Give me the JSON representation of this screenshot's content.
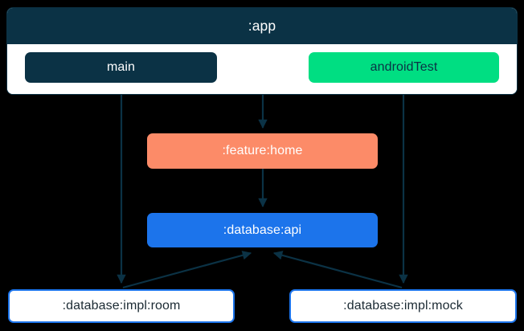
{
  "graph": {
    "background_color": "#000000",
    "edge_color": "#0b3245",
    "subgraph": {
      "title": ":app",
      "header_color": "#0b3245",
      "body_color": "#ffffff",
      "source_sets": [
        {
          "label": "main",
          "fill": "#0b3245",
          "text_color": "#ffffff"
        },
        {
          "label": "androidTest",
          "fill": "#00de82",
          "text_color": "#0b3245"
        }
      ]
    },
    "nodes": [
      {
        "id": "feature-home",
        "label": ":feature:home",
        "fill": "#fc8b68",
        "text_color": "#ffffff"
      },
      {
        "id": "database-api",
        "label": ":database:api",
        "fill": "#1c74eb",
        "text_color": "#ffffff"
      },
      {
        "id": "database-impl-room",
        "label": ":database:impl:room",
        "fill": "#ffffff",
        "border": "#1c74eb",
        "text_color": "#1b2a33"
      },
      {
        "id": "database-impl-mock",
        "label": ":database:impl:mock",
        "fill": "#ffffff",
        "border": "#1c74eb",
        "text_color": "#1b2a33"
      }
    ],
    "edges": [
      {
        "from": "main",
        "to": ":database:impl:room"
      },
      {
        "from": ":app",
        "to": ":feature:home"
      },
      {
        "from": ":feature:home",
        "to": ":database:api"
      },
      {
        "from": "androidTest",
        "to": ":database:impl:mock"
      },
      {
        "from": ":database:impl:room",
        "to": ":database:api"
      },
      {
        "from": ":database:impl:mock",
        "to": ":database:api"
      }
    ]
  }
}
